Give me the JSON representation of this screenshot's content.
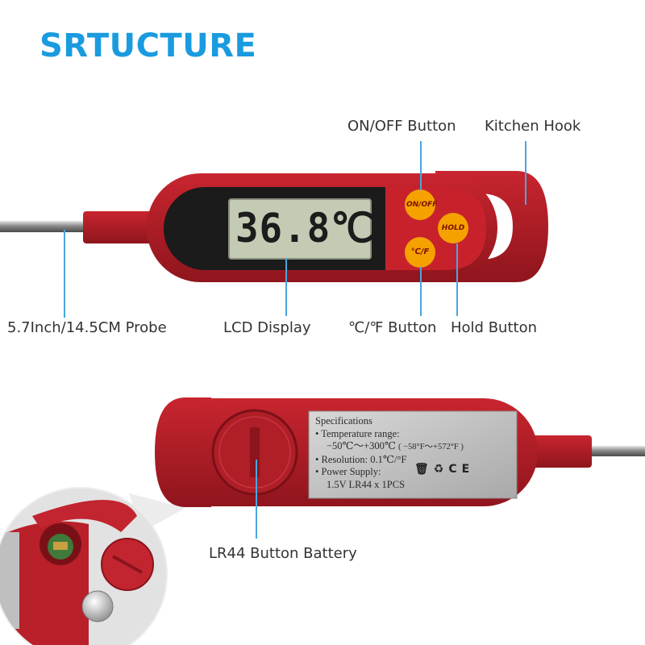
{
  "title": "SRTUCTURE",
  "labels": {
    "on_off_button": "ON/OFF Button",
    "kitchen_hook": "Kitchen Hook",
    "probe": "5.7Inch/14.5CM Probe",
    "lcd_display": "LCD Display",
    "cf_button": "℃/℉ Button",
    "hold_button": "Hold Button",
    "battery": "LR44 Button Battery"
  },
  "device": {
    "lcd_reading": "36.8℃",
    "button_on_off": "ON/OFF",
    "button_hold": "HOLD",
    "button_cf": "℃/F"
  },
  "spec_panel": {
    "heading": "Specifications",
    "temp_range_label": "Temperature range:",
    "temp_range_c": "−50℃～+300℃",
    "temp_range_f": "( −58°F～+572°F )",
    "resolution": "Resolution: 0.1℃/°F",
    "power_label": "Power Supply:",
    "power_value": "1.5V LR44 x 1PCS"
  },
  "colors": {
    "accent_blue": "#1a9be0",
    "body_red": "#b3202a",
    "button_orange": "#f5a100",
    "lcd_green": "#c4cbb4",
    "leader_line": "#4aa6e0"
  },
  "icons": [
    "dustbin-crossed-icon",
    "recycle-icon",
    "ce-mark-icon",
    "coin-battery-icon"
  ]
}
